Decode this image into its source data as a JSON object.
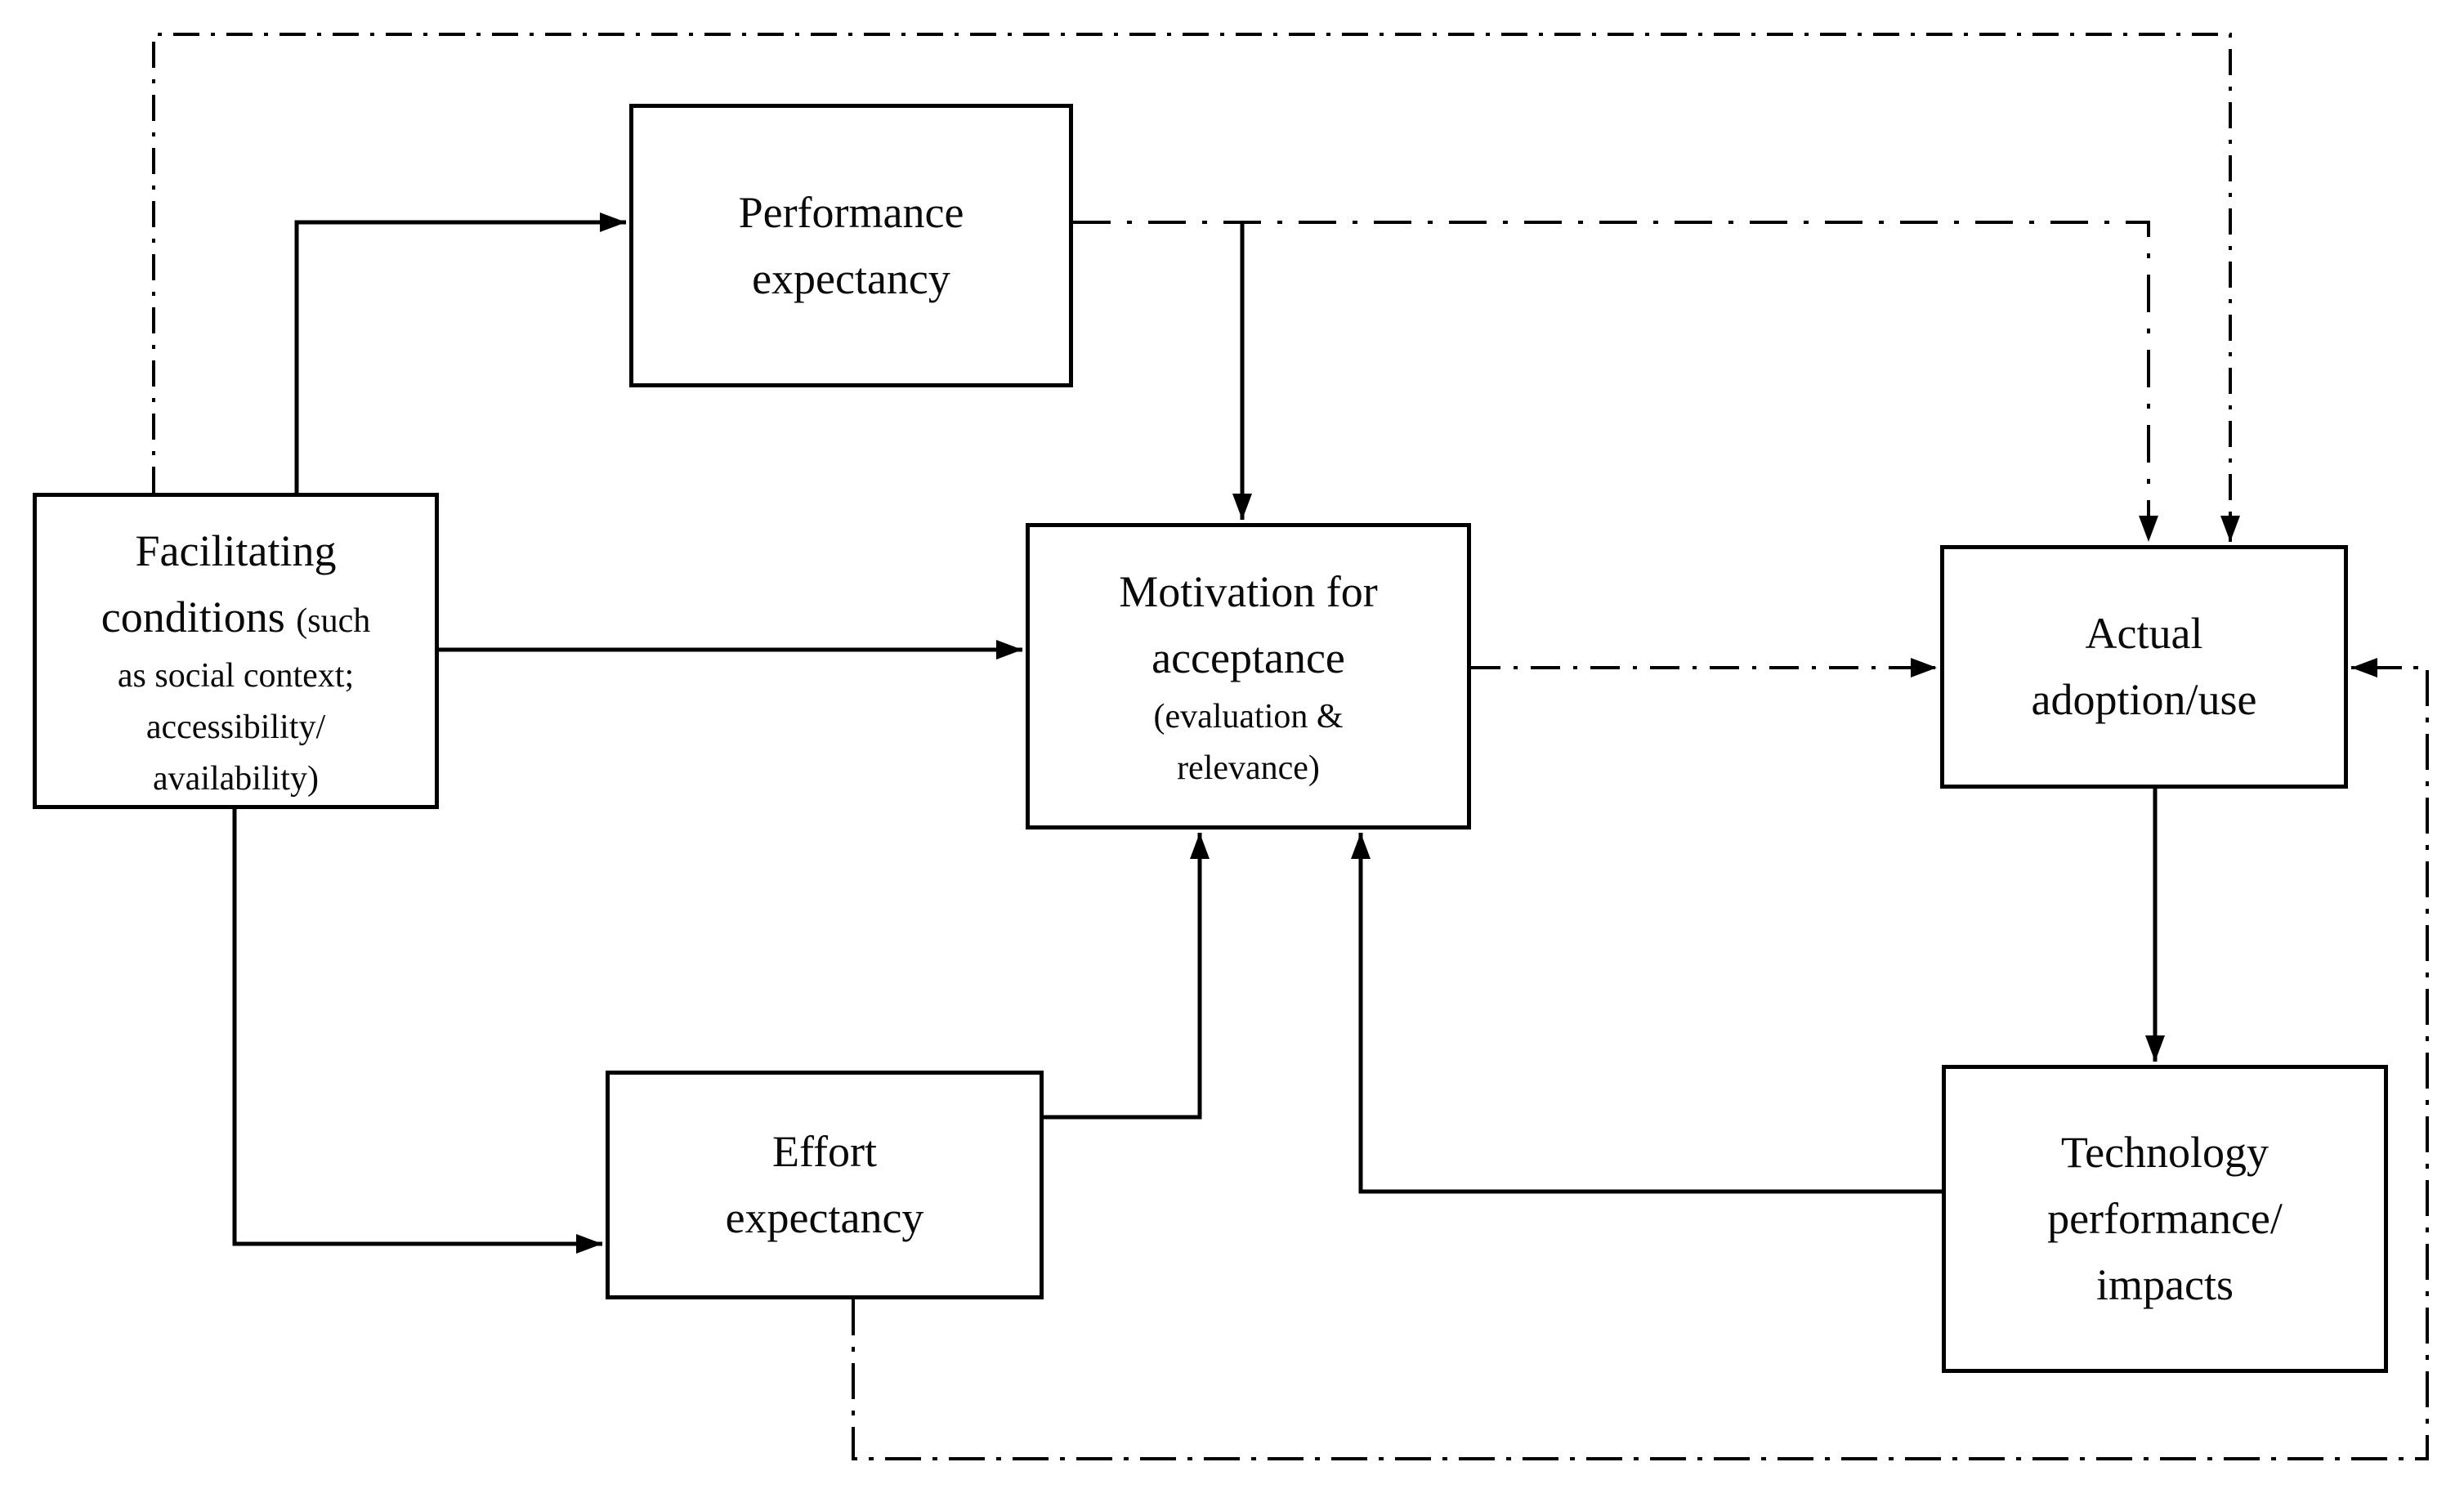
{
  "diagram": {
    "title": "Technology acceptance model flowchart",
    "background_color": "#ffffff",
    "line_color": "#000000",
    "box_fill": "#ffffff",
    "box_border_color": "#000000",
    "nodes": [
      {
        "id": "performance",
        "label": "Performance\nexpectancy",
        "sublabel": ""
      },
      {
        "id": "facilitating",
        "label": "Facilitating conditions ",
        "sublabel": "(such\nas social context;\naccessibility/\navailability)"
      },
      {
        "id": "motivation",
        "label": "Motivation for\nacceptance",
        "sublabel": "(evaluation &\nrelevance)"
      },
      {
        "id": "actual",
        "label": "Actual\nadoption/use",
        "sublabel": ""
      },
      {
        "id": "effort",
        "label": "Effort\nexpectancy",
        "sublabel": ""
      },
      {
        "id": "tech",
        "label": "Technology\nperformance/\nimpacts",
        "sublabel": ""
      }
    ],
    "edges": [
      {
        "from": "facilitating",
        "to": "performance",
        "style": "solid"
      },
      {
        "from": "facilitating",
        "to": "motivation",
        "style": "solid"
      },
      {
        "from": "facilitating",
        "to": "effort",
        "style": "solid"
      },
      {
        "from": "performance",
        "to": "motivation",
        "style": "solid"
      },
      {
        "from": "performance",
        "to": "actual",
        "style": "dash-dot"
      },
      {
        "from": "facilitating",
        "to": "actual",
        "style": "dash-dot"
      },
      {
        "from": "motivation",
        "to": "actual",
        "style": "dash-dot"
      },
      {
        "from": "effort",
        "to": "motivation",
        "style": "solid"
      },
      {
        "from": "effort",
        "to": "actual",
        "style": "dash-dot"
      },
      {
        "from": "actual",
        "to": "tech",
        "style": "solid"
      },
      {
        "from": "tech",
        "to": "motivation",
        "style": "solid"
      }
    ]
  }
}
